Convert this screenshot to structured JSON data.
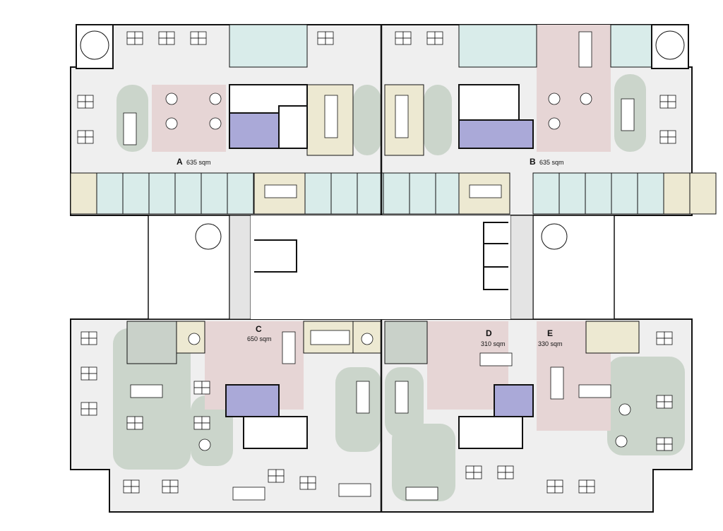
{
  "plan": {
    "zones": [
      {
        "letter": "A",
        "area": "635 sqm"
      },
      {
        "letter": "B",
        "area": "635 sqm"
      },
      {
        "letter": "C",
        "area": "650 sqm"
      },
      {
        "letter": "D",
        "area": "310 sqm"
      },
      {
        "letter": "E",
        "area": "330 sqm"
      }
    ]
  },
  "colors": {
    "floor": "#efefef",
    "open_office": "#d9ecea",
    "meeting": "#ede9d2",
    "pink_zone": "#e6d5d5",
    "green_island": "#cbd5cb",
    "restroom": "#aaa9d8",
    "wall": "#111111"
  }
}
